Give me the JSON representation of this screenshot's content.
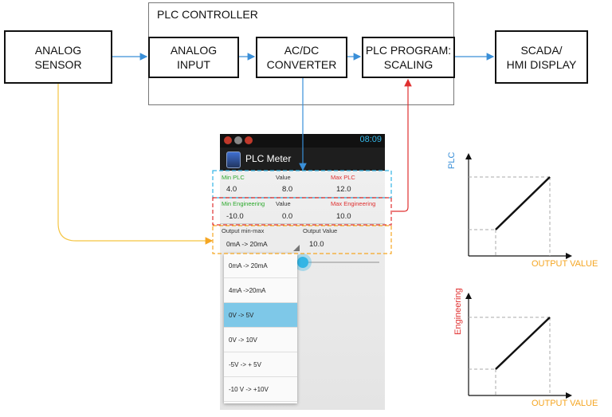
{
  "diagram": {
    "plc_controller_title": "PLC CONTROLLER",
    "analog_sensor": "ANALOG\nSENSOR",
    "analog_input": "ANALOG\nINPUT",
    "converter": "AC/DC\nCONVERTER",
    "plc_program": "PLC PROGRAM:\nSCALING",
    "scada": "SCADA/\nHMI DISPLAY"
  },
  "app": {
    "status_time": "08:09",
    "title": "PLC Meter",
    "min_plc_label": "Min PLC",
    "value_label": "Value",
    "max_plc_label": "Max PLC",
    "min_plc": "4.0",
    "plc_value": "8.0",
    "max_plc": "12.0",
    "min_eng_label": "Min Engineering",
    "eng_value_label": "Value",
    "max_eng_label": "Max Engineering",
    "min_eng": "-10.0",
    "eng_value": "0.0",
    "max_eng": "10.0",
    "output_range_label": "Output min-max",
    "output_value_label": "Output Value",
    "output_range": "0mA -> 20mA",
    "output_value": "10.0",
    "options": [
      "0mA -> 20mA",
      "4mA ->20mA",
      "0V -> 5V",
      "0V -> 10V",
      "-5V -> + 5V",
      "-10 V -> +10V"
    ],
    "selected_option": 2
  },
  "graphs": {
    "top_ylabel": "PLC",
    "top_xlabel": "OUTPUT VALUE",
    "bottom_ylabel": "Engineering",
    "bottom_xlabel": "OUTPUT VALUE"
  },
  "colors": {
    "green": "#2eaa2e",
    "red": "#e03030",
    "blue": "#3a8fd8",
    "orange": "#f5a623",
    "yellow": "#f5c542"
  }
}
